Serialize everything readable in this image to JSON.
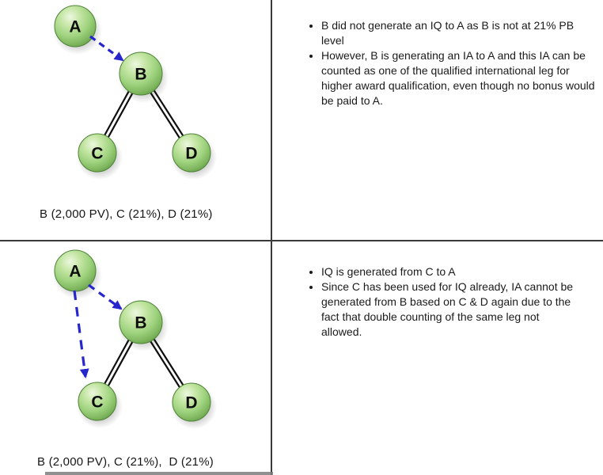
{
  "top_panel": {
    "nodes": {
      "a": "A",
      "b": "B",
      "c": "C",
      "d": "D"
    },
    "caption": "B (2,000 PV), C (21%), D (21%)",
    "bullets": [
      "B did not generate an IQ to A as B is not at 21% PB level",
      "However, B is generating an IA to A and this IA can be counted as one of the qualified international leg for higher award qualification, even though no bonus would be paid to A."
    ]
  },
  "bottom_panel": {
    "nodes": {
      "a": "A",
      "b": "B",
      "c": "C",
      "d": "D"
    },
    "caption": "B (2,000 PV), C (21%),  D (21%)",
    "bullets": [
      "IQ is generated from C to A",
      "Since C has been used for IQ already, IA cannot be generated from B based on C & D again due to the fact that double counting of the same leg not allowed."
    ]
  },
  "colors": {
    "background": "#ffffff",
    "node_green_light": "#edf7e0",
    "node_green_mid": "#9ed27e",
    "node_green_dark": "#639a47",
    "arrow_blue": "#2626cc",
    "edge_black": "#0f0f0f",
    "divider_gray": "#3a3a3a"
  }
}
